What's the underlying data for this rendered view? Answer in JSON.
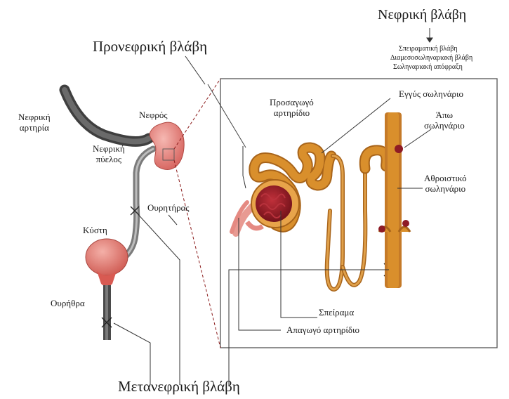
{
  "labels": {
    "renal_damage_title": "Νεφρική βλάβη",
    "renal_damage_causes": [
      "Σπειραματική βλάβη",
      "Διαμεσοσωληναριακή βλάβη",
      "Σωληναριακή απόφραξη"
    ],
    "prerenal_damage": "Προνεφρική βλάβη",
    "postrenal_damage": "Μετανεφρική βλάβη",
    "renal_artery": [
      "Νεφρική",
      "αρτηρία"
    ],
    "kidney": "Νεφρός",
    "renal_pelvis": [
      "Νεφρική",
      "πύελος"
    ],
    "ureter": "Ουρητήρας",
    "bladder": "Κύστη",
    "urethra": "Ουρήθρα",
    "afferent_arteriole": [
      "Προσαγωγό",
      "αρτηρίδιο"
    ],
    "proximal_tubule": "Εγγύς σωληνάριο",
    "distal_tubule": [
      "Άπω",
      "σωληνάριο"
    ],
    "collecting_duct": [
      "Αθροιστικό",
      "σωληνάριο"
    ],
    "glomerulus": "Σπείραμα",
    "efferent_arteriole": "Απαγωγό αρτηρίδιο"
  },
  "colors": {
    "tubule": "#d98f2c",
    "tubule_dark": "#a8641a",
    "kidney": "#e07a75",
    "glomerulus": "#8e1b25",
    "artery": "#555555",
    "ureter": "#8c8c8c"
  }
}
